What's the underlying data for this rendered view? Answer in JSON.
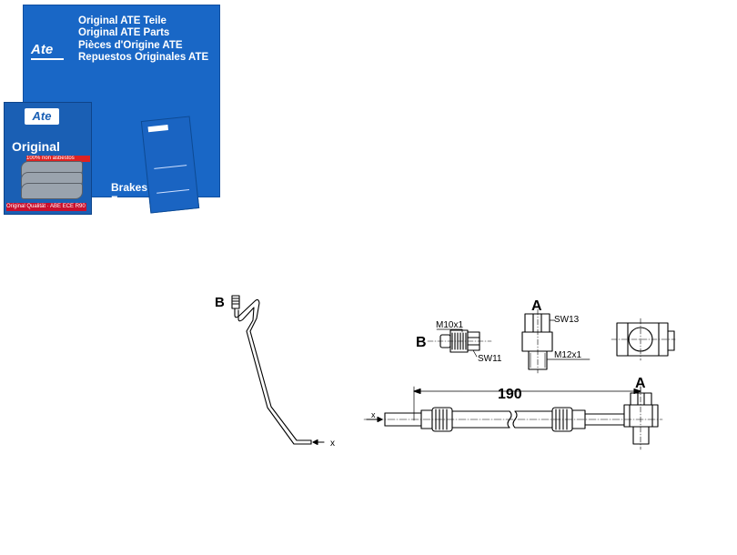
{
  "box": {
    "logo": "Ate",
    "lines": [
      "Original ATE Teile",
      "Original ATE Parts",
      "Pièces d'Origine ATE",
      "Repuestos Originales ATE"
    ],
    "tagline": "Brakes • Freins • Frenos"
  },
  "pads_box": {
    "logo": "Ate",
    "label": "Original",
    "band": "100% non asbestos",
    "footer": "Original Qualität · ABE ECE R90"
  },
  "diagram": {
    "left": {
      "label_b": "B",
      "label_x": "x"
    },
    "fitting_b": {
      "label": "B",
      "thread": "M10x1",
      "wrench": "SW11"
    },
    "fitting_a": {
      "label": "A",
      "wrench": "SW13",
      "thread": "M12x1"
    },
    "hose": {
      "label_x": "x",
      "length": "190",
      "label_a": "A"
    }
  },
  "colors": {
    "ate_blue": "#1967c6",
    "line": "#000000"
  }
}
